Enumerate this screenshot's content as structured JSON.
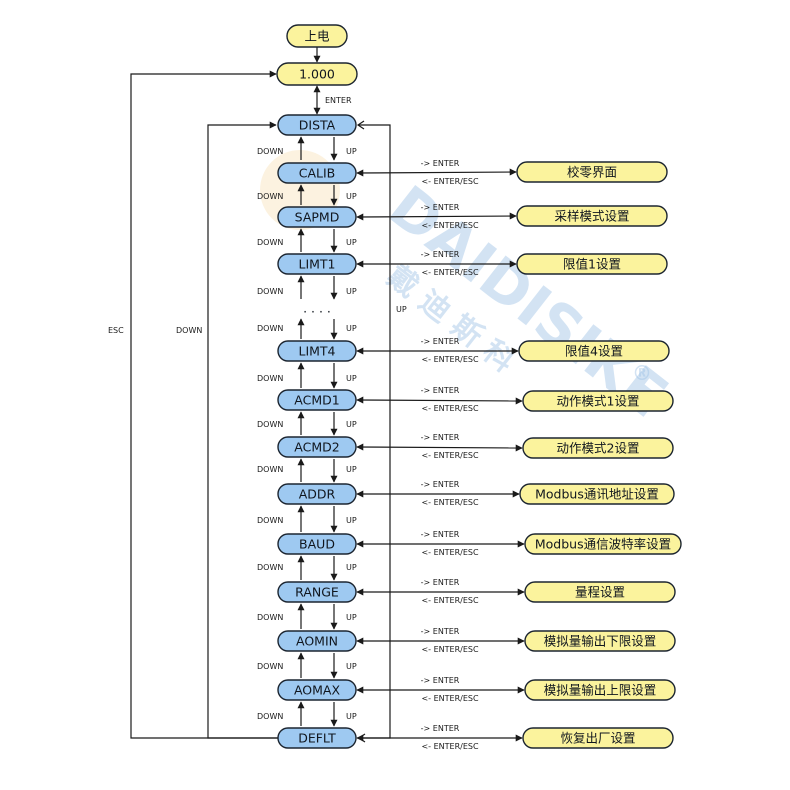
{
  "watermark": {
    "brand": "DAIDISIKE",
    "cn": "戴 迪 斯 科",
    "mark": "®"
  },
  "start": {
    "power": "上电",
    "display": "1.000",
    "enter": "ENTER"
  },
  "menu": [
    {
      "code": "DISTA",
      "target": null
    },
    {
      "code": "CALIB",
      "target": "校零界面"
    },
    {
      "code": "SAPMD",
      "target": "采样模式设置"
    },
    {
      "code": "LIMT1",
      "target": "限值1设置"
    },
    {
      "code": "LIMT4",
      "target": "限值4设置"
    },
    {
      "code": "ACMD1",
      "target": "动作模式1设置"
    },
    {
      "code": "ACMD2",
      "target": "动作模式2设置"
    },
    {
      "code": "ADDR",
      "target": "Modbus通讯地址设置"
    },
    {
      "code": "BAUD",
      "target": "Modbus通信波特率设置"
    },
    {
      "code": "RANGE",
      "target": "量程设置"
    },
    {
      "code": "AOMIN",
      "target": "模拟量输出下限设置"
    },
    {
      "code": "AOMAX",
      "target": "模拟量输出上限设置"
    },
    {
      "code": "DEFLT",
      "target": "恢复出厂设置"
    }
  ],
  "labels": {
    "down": "DOWN",
    "up": "UP",
    "esc": "ESC",
    "ellipsis": "· · · ·",
    "enter_right": "-> ENTER",
    "enter_esc_left": "<- ENTER/ESC"
  }
}
